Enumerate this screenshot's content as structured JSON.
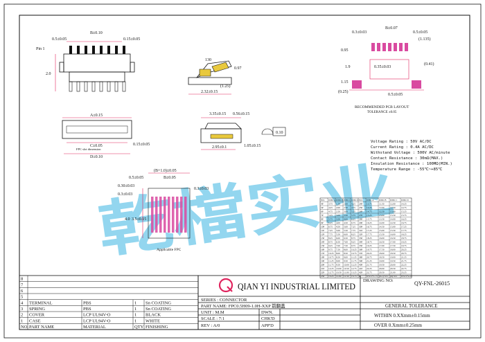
{
  "title_block": {
    "company": "QIAN YI INDUSTRIAL LIMITED",
    "drawing_no_label": "DRAWING NO:",
    "drawing_no": "QY-FNL-26015",
    "series": "SERIES : CONNECTOR",
    "part_name": "PART NAME: FPC0.5H09-1.0H-XXP 前翻盖",
    "unit": "UNIT : M.M",
    "dwn": "DWN.",
    "scale": "SCALE : 7:1",
    "chkd": "CHK'D",
    "rev": "REV : A/0",
    "appd": "APP'D",
    "general_tolerance": "GENERAL TOLERANCE",
    "tol_within": "WITHIN 0.XXmm±0.15mm",
    "tol_over": "OVER 0.Xmm±0.25mm",
    "watermark": "乾檔实业"
  },
  "bom": {
    "headers": [
      "NO.",
      "PART NAME",
      "MATERIAL",
      "QTY",
      "FINISHING"
    ],
    "rows": [
      [
        "4",
        "TERMINAL",
        "PBS",
        "1",
        "Sn COATING"
      ],
      [
        "3",
        "SPRING",
        "PBS",
        "1",
        "Sn COATING"
      ],
      [
        "2",
        "COVER",
        "LCP UL94V-O",
        "1",
        "BLACK"
      ],
      [
        "1",
        "CASE",
        "LCP UL94V-O",
        "1",
        "WHITE"
      ]
    ],
    "row_numbers_above": [
      "8",
      "7",
      "6",
      "5"
    ]
  },
  "specs": [
    "Voltage Rating : 50V AC/DC",
    "Current Rating : 0.4A AC/DC",
    "Withstand Voltage : 500V AC/minute",
    "Contact Resistance : 30mΩ(MAX.)",
    "Insulation Resistance : 100MΩ(MIN.)",
    "Temperature Range : -55℃~+85℃"
  ],
  "dimensions": {
    "top_left": [
      "0.5±0.05",
      "B±0.10",
      "0.15±0.05",
      "Pin 1",
      "2.0"
    ],
    "side_view": [
      "130",
      "0.97",
      "(1.25)",
      "2.32±0.15"
    ],
    "right_view": [
      "0.3±0.03",
      "B±0.07",
      "0.5±0.05",
      "(1.135)",
      "0.95",
      "1.9",
      "0.35±0.03",
      "(0.41)",
      "1.15",
      "(0.25)",
      "0.5±0.05"
    ],
    "recommended": "RECOMMENDED PCB LAYOUT",
    "tolerance": "TOLERANCE ±0.05",
    "mid_left": [
      "A±0.15",
      "FPC slot dimension",
      "C±0.05",
      "D±0.10",
      "0.15±0.05"
    ],
    "mid_side": [
      "3.35±0.15",
      "0.56±0.15",
      "1.05±0.15",
      "2.95±0.1",
      "0.10"
    ],
    "fpc_view": [
      "(B+1.0)±0.05",
      "0.5±0.05",
      "B±0.05",
      "0.3±0.03",
      "0.30±0.03",
      "0.3±0.03",
      "4.0",
      "3.5±0.15",
      "Applicable FPC"
    ]
  },
  "pin_table": {
    "headers": [
      "NO.",
      "DIM. A",
      "DIM. B",
      "DIM. C",
      "DIM. D",
      "NO.",
      "DIM. A",
      "DIM. B",
      "DIM. C",
      "DIM. D"
    ],
    "rows": [
      [
        "4P",
        "3.75",
        "1.50",
        "2.00",
        "4.25",
        "24P",
        "13.75",
        "11.50",
        "12.00",
        "14.25"
      ],
      [
        "5P",
        "4.25",
        "2.00",
        "2.50",
        "4.75",
        "25P",
        "14.25",
        "12.00",
        "12.50",
        "14.75"
      ],
      [
        "6P",
        "4.75",
        "2.50",
        "3.00",
        "5.25",
        "26P",
        "14.75",
        "12.50",
        "13.00",
        "15.25"
      ],
      [
        "7P",
        "5.25",
        "3.00",
        "3.50",
        "5.75",
        "27P",
        "15.25",
        "13.00",
        "13.50",
        "15.75"
      ],
      [
        "8P",
        "5.75",
        "3.50",
        "4.00",
        "6.25",
        "28P",
        "15.75",
        "13.50",
        "14.00",
        "16.25"
      ],
      [
        "9P",
        "6.25",
        "4.00",
        "4.50",
        "6.75",
        "29P",
        "16.25",
        "14.00",
        "14.50",
        "16.75"
      ],
      [
        "10P",
        "6.75",
        "4.50",
        "5.00",
        "7.25",
        "30P",
        "16.75",
        "14.50",
        "15.00",
        "17.25"
      ],
      [
        "11P",
        "7.25",
        "5.00",
        "5.50",
        "7.75",
        "31P",
        "17.25",
        "15.00",
        "15.50",
        "17.75"
      ],
      [
        "12P",
        "7.75",
        "5.50",
        "6.00",
        "8.25",
        "32P",
        "17.75",
        "15.50",
        "16.00",
        "18.25"
      ],
      [
        "13P",
        "8.25",
        "6.00",
        "6.50",
        "8.75",
        "33P",
        "18.25",
        "16.00",
        "16.50",
        "18.75"
      ],
      [
        "14P",
        "8.75",
        "6.50",
        "7.00",
        "9.25",
        "34P",
        "18.75",
        "16.50",
        "17.00",
        "19.25"
      ],
      [
        "15P",
        "9.25",
        "7.00",
        "7.50",
        "9.75",
        "35P",
        "19.25",
        "17.00",
        "17.50",
        "19.75"
      ],
      [
        "16P",
        "9.75",
        "7.50",
        "8.00",
        "10.25",
        "36P",
        "19.75",
        "17.50",
        "18.00",
        "20.25"
      ],
      [
        "17P",
        "10.25",
        "8.00",
        "8.50",
        "10.75",
        "37P",
        "20.25",
        "18.00",
        "18.50",
        "20.75"
      ],
      [
        "18P",
        "10.75",
        "8.50",
        "9.00",
        "11.25",
        "38P",
        "20.75",
        "18.50",
        "19.00",
        "21.25"
      ],
      [
        "19P",
        "11.25",
        "9.00",
        "9.50",
        "11.75",
        "39P",
        "21.25",
        "19.00",
        "19.50",
        "21.75"
      ],
      [
        "20P",
        "11.75",
        "9.50",
        "10.00",
        "12.25",
        "40P",
        "21.75",
        "19.50",
        "20.00",
        "22.25"
      ],
      [
        "21P",
        "12.25",
        "10.00",
        "10.50",
        "12.75",
        "41P",
        "22.25",
        "20.00",
        "20.50",
        "22.75"
      ],
      [
        "22P",
        "12.75",
        "10.50",
        "11.00",
        "13.25",
        "42P",
        "22.75",
        "20.50",
        "21.00",
        "23.25"
      ],
      [
        "23P",
        "13.25",
        "11.00",
        "11.50",
        "13.75",
        "n",
        "n×0.5+1.75",
        "(n-1)×0.5",
        "(n)×0.5",
        "n×0.5+2.25"
      ]
    ]
  }
}
